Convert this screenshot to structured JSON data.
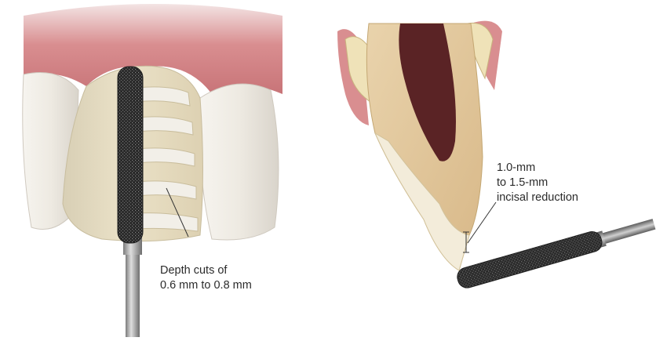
{
  "annotations": {
    "depth_cuts": {
      "line1": "Depth cuts of",
      "line2": "0.6 mm to 0.8 mm"
    },
    "incisal_reduction": {
      "line1": "1.0-mm",
      "line2": "to 1.5-mm",
      "line3": "incisal reduction"
    }
  },
  "colors": {
    "gum": "#d98e90",
    "tooth_enamel": "#eeeae2",
    "prepared_tooth": "#e6dcc2",
    "depth_cut": "#d7ccab",
    "bur_dark": "#2f2f2f",
    "bur_shank": "#a8a8a8",
    "dentin": "#e3c79c",
    "pulp": "#5a2325",
    "leader_line": "#333333"
  },
  "icons": {
    "bur_left": "diamond-bur-icon",
    "bur_right": "diamond-bur-icon"
  }
}
